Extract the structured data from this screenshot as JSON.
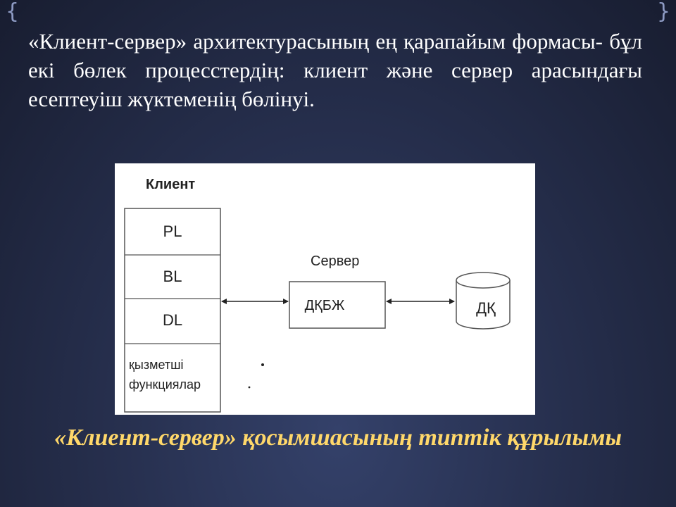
{
  "intro_text": "«Клиент-сервер» архитектурасының ең қарапайым формасы- бұл екі бөлек процесстердің: клиент және сервер арасындағы есептеуіш жүктеменің бөлінуі.",
  "diagram": {
    "client_title": "Клиент",
    "client_layers": [
      "PL",
      "BL",
      "DL"
    ],
    "client_services_line1": "қызметші",
    "client_services_line2": "функциялар",
    "server_title": "Сервер",
    "server_box": "ДҚБЖ",
    "database": "ДҚ"
  },
  "caption": "«Клиент-сервер» қосымшасының типтік құрылымы",
  "colors": {
    "background": "#27304f",
    "bracket": "#8e9bc4",
    "caption": "#ffd86a"
  }
}
